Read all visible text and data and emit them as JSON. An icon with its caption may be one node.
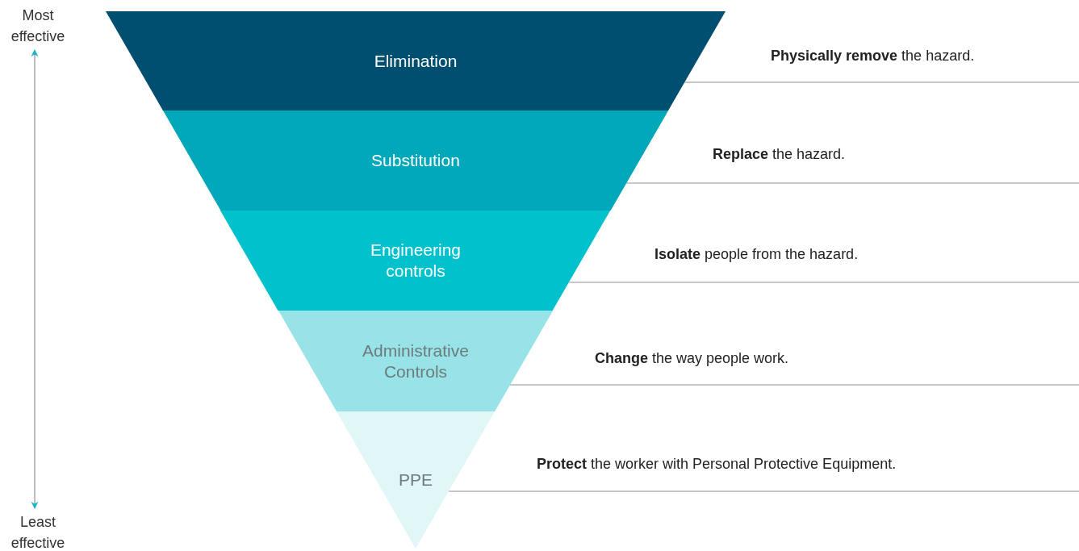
{
  "diagram": {
    "nodes": [
      {
        "text": [
          "Most effective"
        ]
      },
      {
        "text": [
          "Elimination"
        ],
        "beside": [
          "**Physically remove** the hazard."
        ]
      },
      {
        "text": [
          "Substitution"
        ],
        "beside": [
          "**Replace** the hazard."
        ]
      },
      {
        "text": [
          "Engineering controls"
        ],
        "beside": [
          "**Isolate** people from the hazard."
        ]
      },
      {
        "text": [
          "Administrative Controls"
        ],
        "beside": [
          "**Change** the way people work."
        ]
      },
      {
        "text": [
          "PPE"
        ],
        "beside": [
          "**Protect** the worker with Personal Protective Equipment."
        ]
      },
      {
        "text": [
          "Least effective"
        ]
      }
    ],
    "edges": [
      {
        "from": 0,
        "to": 6,
        "arrow": "both"
      }
    ]
  }
}
